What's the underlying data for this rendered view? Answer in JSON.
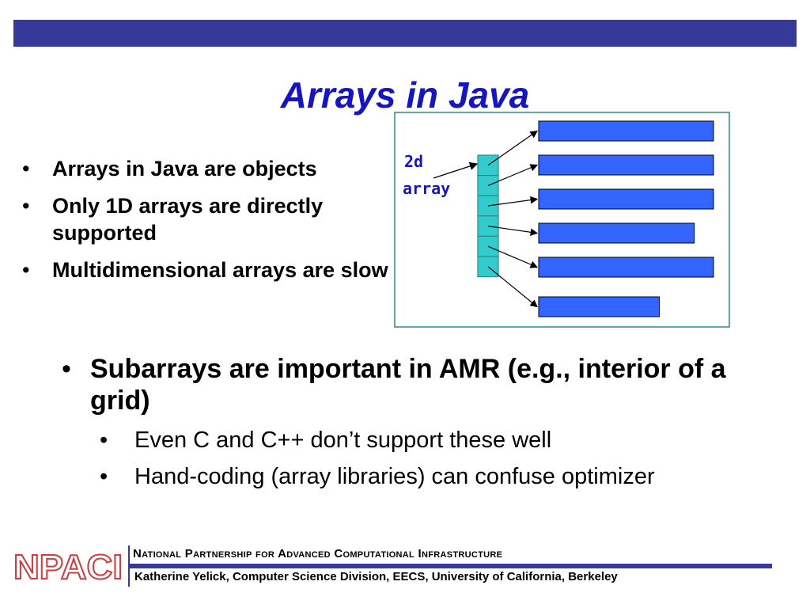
{
  "slide": {
    "title": "Arrays in Java",
    "bullets": [
      "Arrays in Java are objects",
      "Only 1D arrays are directly supported",
      "Multidimensional arrays are slow"
    ],
    "main_bullet": "Subarrays are important in AMR (e.g., interior of a grid)",
    "sub_bullets": [
      "Even C and C++ don’t support these well",
      "Hand-coding (array libraries) can confuse optimizer"
    ],
    "bullet_glyph": "•"
  },
  "diagram": {
    "label_line1": "2d",
    "label_line2": "array",
    "index_cells": 6,
    "row_lengths": [
      1.0,
      1.0,
      1.0,
      0.89,
      1.0,
      0.69
    ],
    "colors": {
      "cell": "#33cccc",
      "row": "#3366ff",
      "border": "#2e8b8b"
    }
  },
  "footer": {
    "logo_text": "NPACI",
    "organization": "National Partnership for Advanced Computational Infrastructure",
    "author": "Katherine Yelick, Computer Science Division, EECS, University of California, Berkeley"
  },
  "colors": {
    "accent": "#36399a",
    "title": "#1414c8",
    "logo": "#d63b3b"
  }
}
